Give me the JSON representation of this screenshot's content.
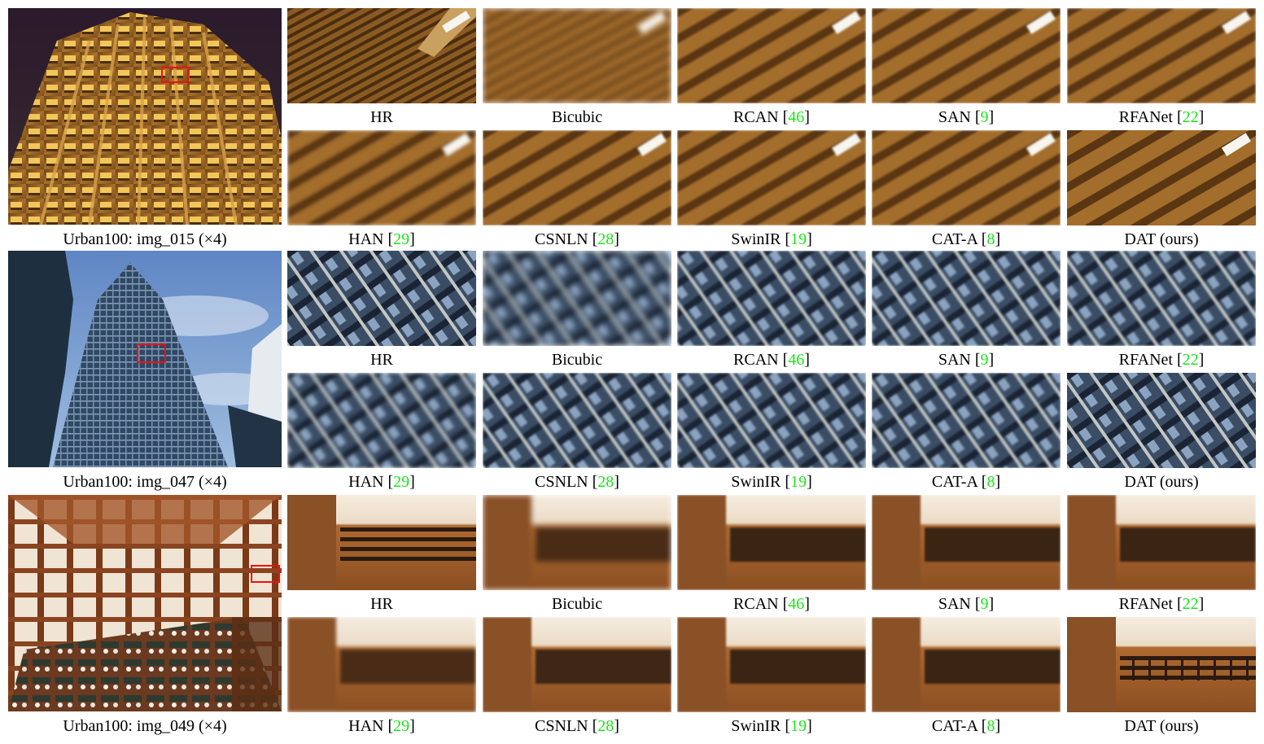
{
  "accent": {
    "reference_color": "#19e619",
    "roi_color": "#e11111"
  },
  "groups": [
    {
      "main_caption": "Urban100: img_015 (×4)",
      "image_description": "tall golden building at night",
      "methods": [
        {
          "name": "HR",
          "ref": ""
        },
        {
          "name": "Bicubic",
          "ref": ""
        },
        {
          "name": "RCAN [",
          "ref": "46"
        },
        {
          "name": "SAN [",
          "ref": "9"
        },
        {
          "name": "RFANet [",
          "ref": "22"
        },
        {
          "name": "HAN [",
          "ref": "29"
        },
        {
          "name": "CSNLN [",
          "ref": "28"
        },
        {
          "name": "SwinIR [",
          "ref": "19"
        },
        {
          "name": "CAT-A [",
          "ref": "8"
        },
        {
          "name": "DAT (ours)",
          "ref": ""
        }
      ]
    },
    {
      "main_caption": "Urban100: img_047 (×4)",
      "methods": [
        {
          "name": "HR",
          "ref": ""
        },
        {
          "name": "Bicubic",
          "ref": ""
        },
        {
          "name": "RCAN [",
          "ref": "46"
        },
        {
          "name": "SAN [",
          "ref": "9"
        },
        {
          "name": "RFANet [",
          "ref": "22"
        },
        {
          "name": "HAN [",
          "ref": "29"
        },
        {
          "name": "CSNLN [",
          "ref": "28"
        },
        {
          "name": "SwinIR [",
          "ref": "19"
        },
        {
          "name": "CAT-A [",
          "ref": "8"
        },
        {
          "name": "DAT (ours)",
          "ref": ""
        }
      ]
    },
    {
      "main_caption": "Urban100: img_049 (×4)",
      "methods": [
        {
          "name": "HR",
          "ref": ""
        },
        {
          "name": "Bicubic",
          "ref": ""
        },
        {
          "name": "RCAN [",
          "ref": "46"
        },
        {
          "name": "SAN [",
          "ref": "9"
        },
        {
          "name": "RFANet [",
          "ref": "22"
        },
        {
          "name": "HAN [",
          "ref": "29"
        },
        {
          "name": "CSNLN [",
          "ref": "28"
        },
        {
          "name": "SwinIR [",
          "ref": "19"
        },
        {
          "name": "CAT-A [",
          "ref": "8"
        },
        {
          "name": "DAT (ours)",
          "ref": ""
        }
      ]
    }
  ]
}
